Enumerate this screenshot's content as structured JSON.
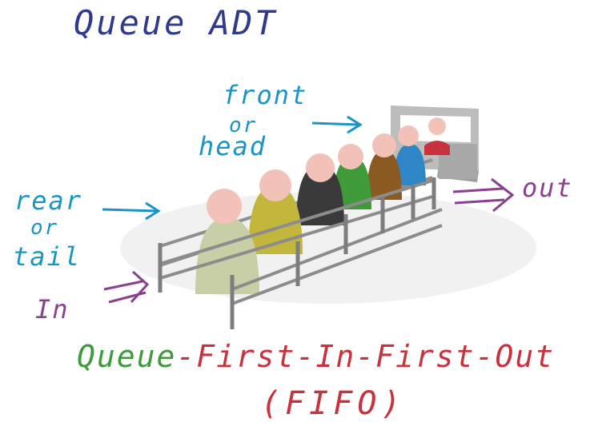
{
  "title": "Queue ADT",
  "labels": {
    "front": "front",
    "or_front": "or",
    "head": "head",
    "rear": "rear",
    "or_rear": "or",
    "tail": "tail",
    "in": "In",
    "out": "out"
  },
  "slogan": {
    "queue": "Queue",
    "dash": "-",
    "fifo_phrase": "First-In-First-Out"
  },
  "acronym": "(FIFO)",
  "colors": {
    "title": "#2e3a8c",
    "annotation_cyan": "#1a94c4",
    "annotation_purple": "#8a3f8f",
    "queue_green": "#3e9a3c",
    "fifo_red": "#c8323c"
  },
  "people_colors": [
    "#c8cfa6",
    "#c2b63c",
    "#3a3a3a",
    "#3f9a3a",
    "#8a5a22",
    "#2f86c6",
    "#c8323c"
  ]
}
